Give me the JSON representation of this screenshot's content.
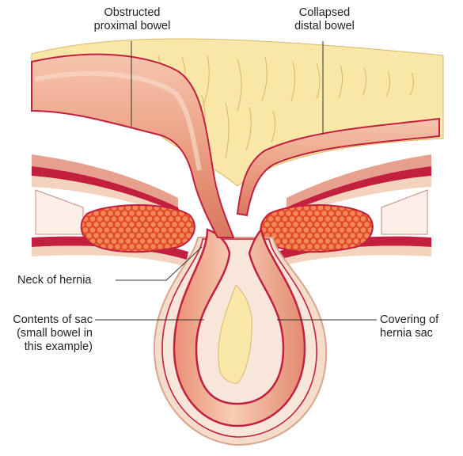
{
  "labels": {
    "obstructed_proximal_bowel": "Obstructed\nproximal bowel",
    "collapsed_distal_bowel": "Collapsed\ndistal bowel",
    "neck_of_hernia": "Neck of hernia",
    "contents_of_sac": "Contents of sac\n(small bowel in\nthis example)",
    "covering_of_hernia_sac": "Covering of\nhernia sac"
  },
  "colors": {
    "mesentery_fat": "#f8e7a6",
    "bowel_outer": "#e9a184",
    "bowel_inner": "#f7cdb4",
    "bowel_wall_red": "#c2203e",
    "muscle": "#e55a2e",
    "sac_covering": "#f3d2be",
    "leader_line": "#333333"
  }
}
